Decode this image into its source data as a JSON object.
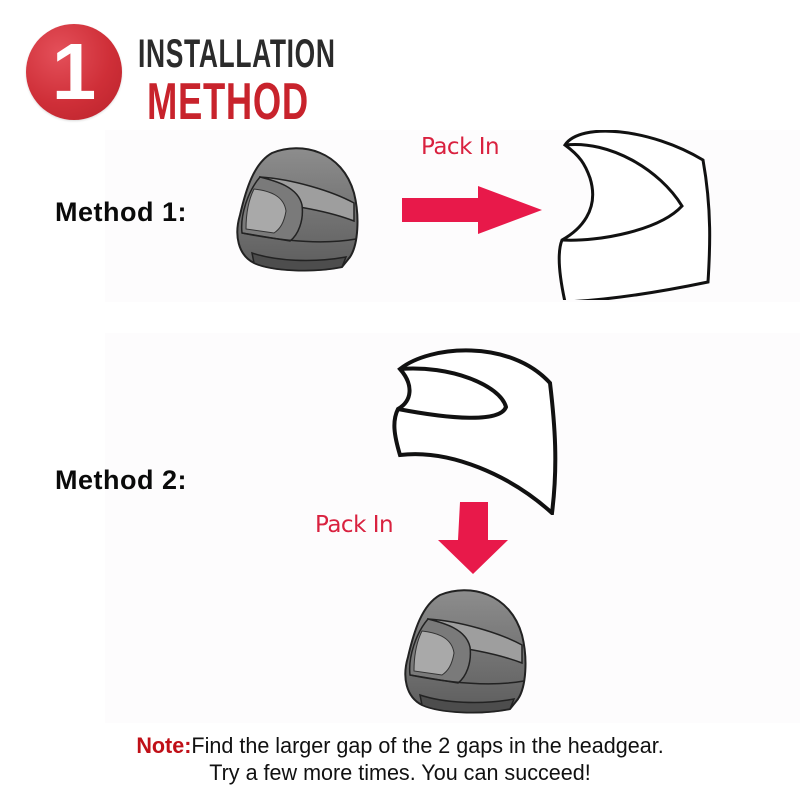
{
  "header": {
    "step_number": "1",
    "title_line1": "INSTALLATION",
    "title_line2": "METHOD",
    "badge_color": "#cf2f38",
    "title_line1_color": "#2b2b2b",
    "title_line2_color": "#c8232c"
  },
  "methods": [
    {
      "label": "Method 1:",
      "action": "Pack In",
      "arrow_direction": "right",
      "steps": [
        "helmet-icon",
        "arrow-right-icon",
        "helmet-liner-outline-icon"
      ]
    },
    {
      "label": "Method 2:",
      "action": "Pack In",
      "arrow_direction": "down",
      "steps": [
        "helmet-liner-outline-icon",
        "arrow-down-icon",
        "helmet-icon"
      ]
    }
  ],
  "colors": {
    "accent": "#e8194a",
    "note_label": "#c01018",
    "text": "#111111"
  },
  "note": {
    "label": "Note:",
    "line1": "Find the larger gap of the 2 gaps in the headgear.",
    "line2": "Try a few more times. You can succeed!"
  }
}
